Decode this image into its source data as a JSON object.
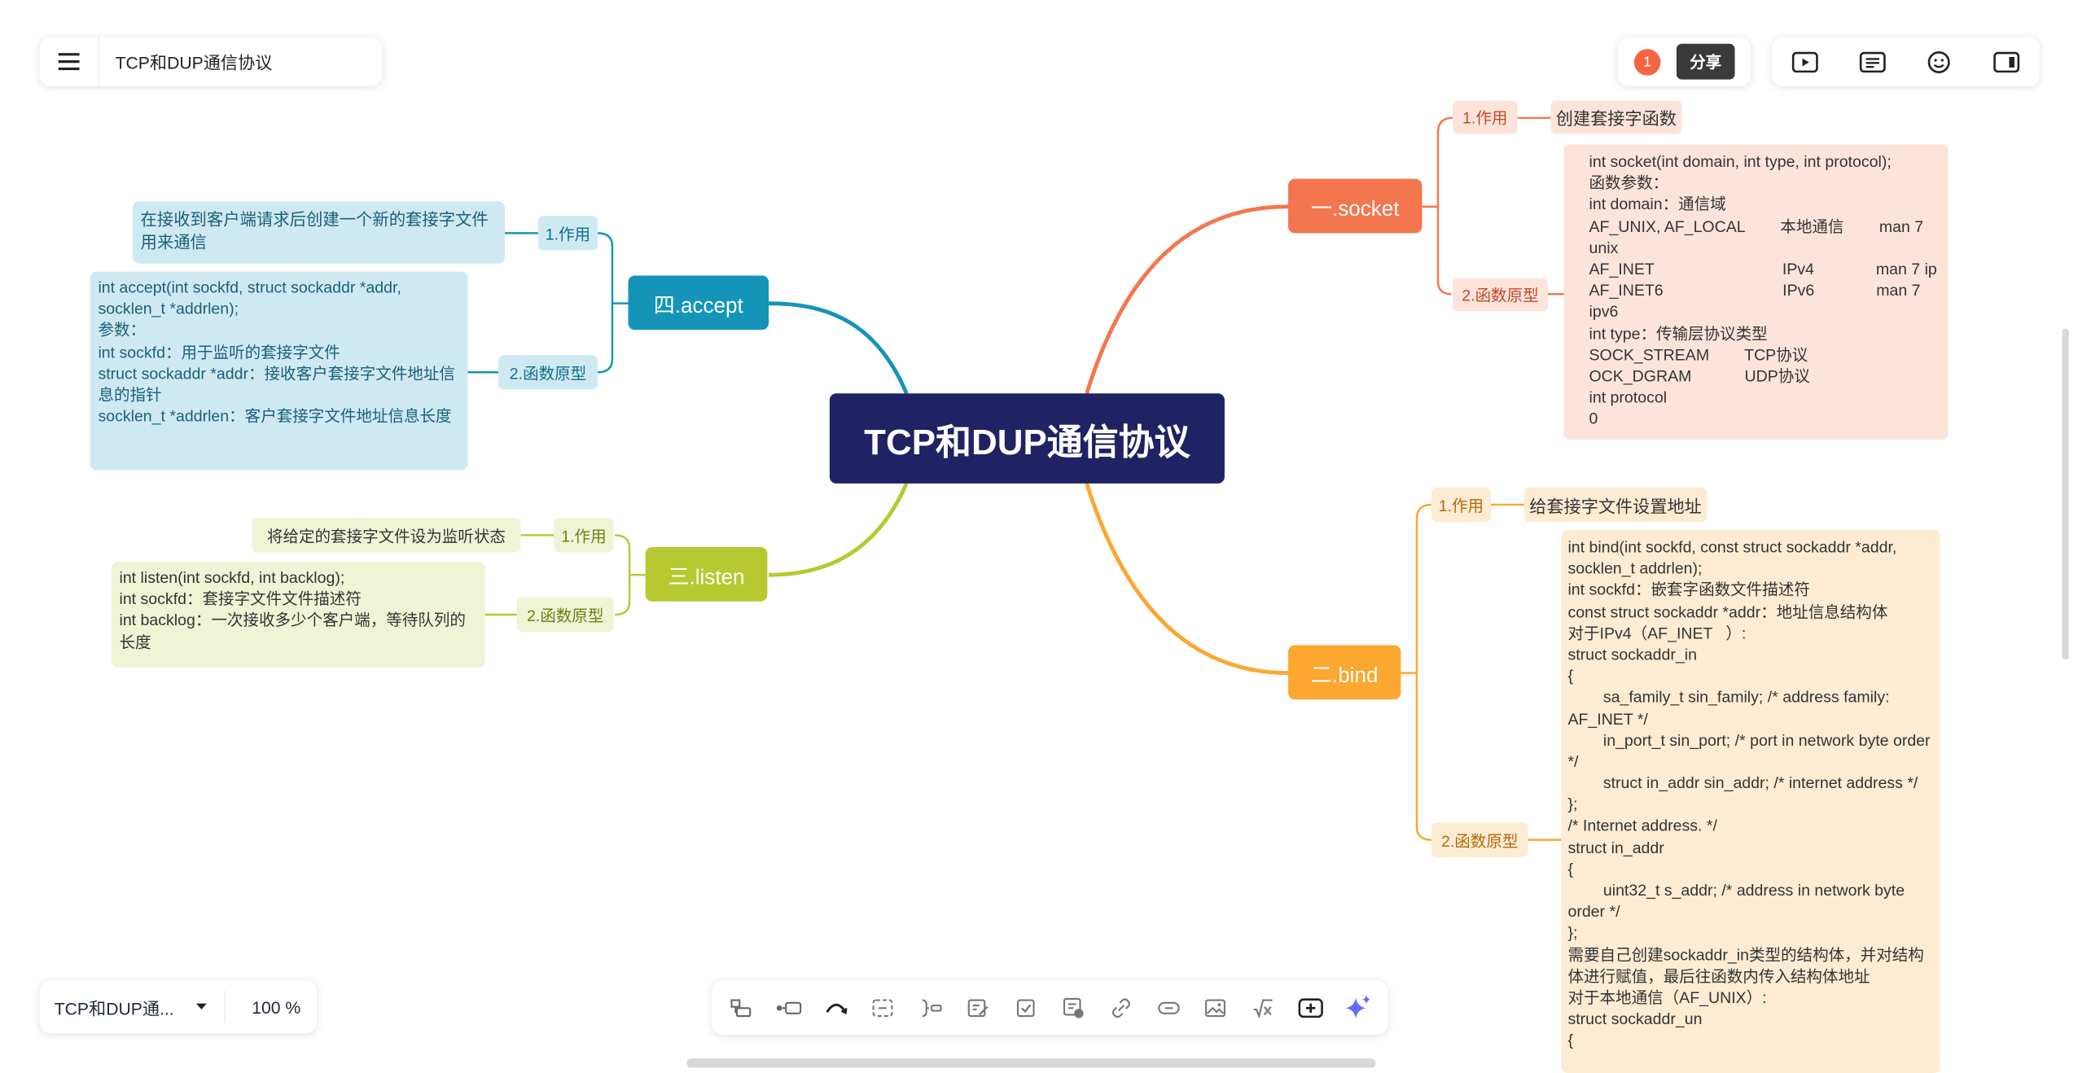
{
  "document": {
    "title": "TCP和DUP通信协议"
  },
  "header": {
    "collaborator_count": "1",
    "share_label": "分享"
  },
  "toolbar_right_icons": [
    "play-icon",
    "outline-icon",
    "emoji-icon",
    "panel-icon"
  ],
  "mindmap": {
    "root": "TCP和DUP通信协议",
    "socket": {
      "label": "一.socket",
      "sub1": "1.作用",
      "sub1_text": "创建套接字函数",
      "sub2": "2.函数原型",
      "sub2_lines": [
        "int socket(int domain, int type, int protocol);",
        "函数参数：",
        "int domain：通信域",
        "AF_UNIX, AF_LOCAL        本地通信        man 7 unix",
        "AF_INET                             IPv4              man 7 ip",
        "AF_INET6                           IPv6              man 7 ipv6",
        "int type：传输层协议类型",
        "SOCK_STREAM        TCP协议",
        "OCK_DGRAM            UDP协议",
        "int protocol",
        "0"
      ]
    },
    "bind": {
      "label": "二.bind",
      "sub1": "1.作用",
      "sub1_text": "给套接字文件设置地址",
      "sub2": "2.函数原型",
      "sub2_lines": [
        "int bind(int sockfd, const struct sockaddr *addr, socklen_t addrlen);",
        "int sockfd：嵌套字函数文件描述符",
        "const struct sockaddr *addr：地址信息结构体",
        "对于IPv4（AF_INET   ）:",
        "struct sockaddr_in",
        "{",
        "        sa_family_t sin_family; /* address family: AF_INET */",
        "        in_port_t sin_port; /* port in network byte order */",
        "        struct in_addr sin_addr; /* internet address */",
        "};",
        "/* Internet address. */",
        "struct in_addr",
        "{",
        "        uint32_t s_addr; /* address in network byte order */",
        "};",
        "需要自己创建sockaddr_in类型的结构体，并对结构体进行赋值，最后往函数内传入结构体地址",
        "对于本地通信（AF_UNIX）:",
        "struct sockaddr_un",
        "{"
      ]
    },
    "listen": {
      "label": "三.listen",
      "sub1": "1.作用",
      "sub1_text": "将给定的套接字文件设为监听状态",
      "sub2": "2.函数原型",
      "sub2_lines": [
        "int listen(int sockfd, int backlog);",
        "int sockfd：套接字文件文件描述符",
        "int backlog：一次接收多少个客户端，等待队列的长度"
      ]
    },
    "accept": {
      "label": "四.accept",
      "sub1": "1.作用",
      "sub1_text": "在接收到客户端请求后创建一个新的套接字文件用来通信",
      "sub2": "2.函数原型",
      "sub2_lines": [
        "int accept(int sockfd, struct sockaddr *addr, socklen_t *addrlen);",
        "参数：",
        "int sockfd：用于监听的套接字文件",
        "struct sockaddr *addr：接收客户套接字文件地址信息的指针",
        "socklen_t *addrlen：客户套接字文件地址信息长度"
      ]
    }
  },
  "footer": {
    "doc_selector": "TCP和DUP通...",
    "zoom": "100 %"
  },
  "bottom_toolbar_icons": [
    "insert-parent-icon",
    "insert-sibling-icon",
    "relation-line-icon",
    "boundary-icon",
    "summary-icon",
    "note-icon",
    "task-icon",
    "comment-icon",
    "link-icon",
    "hyperlink-icon",
    "image-icon",
    "formula-icon",
    "insert-node-icon",
    "ai-sparkle-icon"
  ],
  "colors": {
    "root": "#1f2363",
    "socket": "#f4764e",
    "bind": "#fca730",
    "listen": "#b6c930",
    "accept": "#1494b8",
    "socket_bg": "#fde4db",
    "bind_bg": "#fdecd3",
    "listen_bg": "#f0f4d7",
    "accept_bg": "#cfe9f2"
  }
}
